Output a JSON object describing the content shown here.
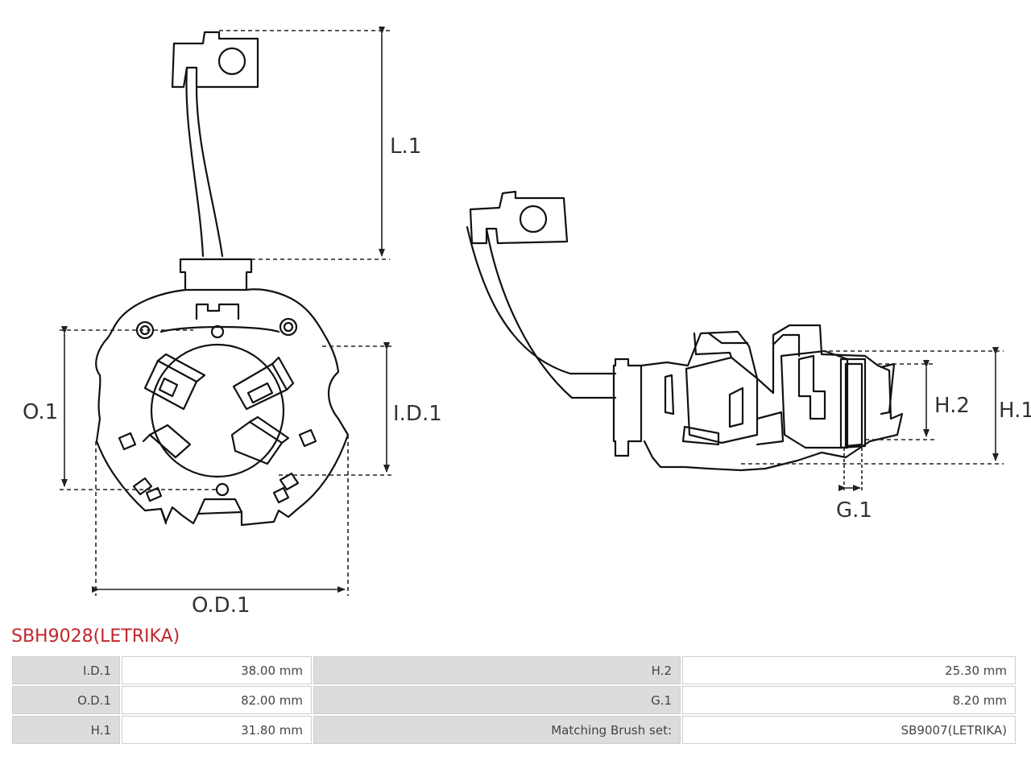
{
  "labels": {
    "l1": "L.1",
    "o1": "O.1",
    "id1": "I.D.1",
    "od1": "O.D.1",
    "h1": "H.1",
    "h2": "H.2",
    "g1": "G.1"
  },
  "title": "SBH9028(LETRIKA)",
  "specs": [
    {
      "k1": "I.D.1",
      "v1": "38.00 mm",
      "k2": "H.2",
      "v2": "25.30 mm"
    },
    {
      "k1": "O.D.1",
      "v1": "82.00 mm",
      "k2": "G.1",
      "v2": "8.20 mm"
    },
    {
      "k1": "H.1",
      "v1": "31.80 mm",
      "k2": "Matching Brush set:",
      "v2": "SB9007(LETRIKA)"
    }
  ]
}
